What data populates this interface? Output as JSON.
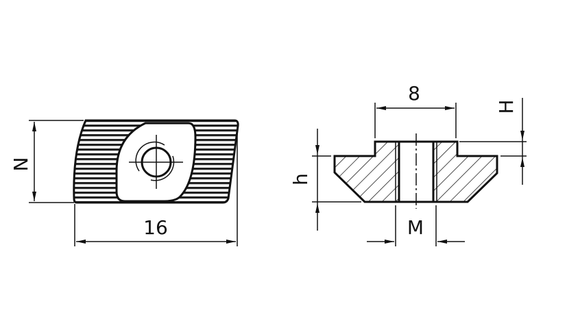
{
  "top_view": {
    "dim_width": "16",
    "dim_height": "N"
  },
  "section_view": {
    "dim_top_width": "8",
    "dim_step_height": "H",
    "dim_total_height": "h",
    "dim_thread": "M"
  },
  "colors": {
    "line": "#111111",
    "background": "#ffffff"
  }
}
